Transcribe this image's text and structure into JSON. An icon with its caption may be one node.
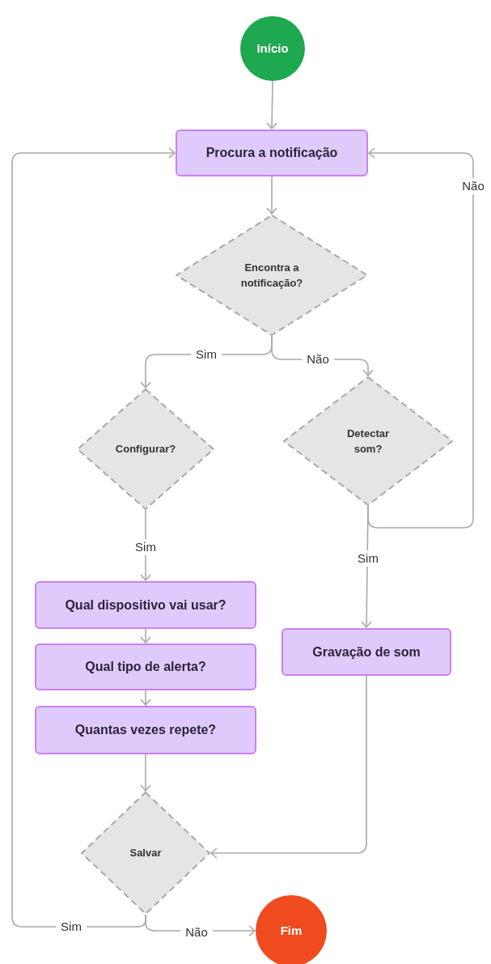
{
  "diagram": {
    "nodes": [
      {
        "text": [
          "Início"
        ]
      },
      {
        "text": [
          "Procura a notificação"
        ]
      },
      {
        "text": [
          "Encontra a notificação?"
        ]
      },
      {
        "text": [
          "Configurar?"
        ]
      },
      {
        "text": [
          "Detectar som?"
        ]
      },
      {
        "text": [
          "Qual dispositivo vai usar?"
        ]
      },
      {
        "text": [
          "Qual tipo de alerta?"
        ]
      },
      {
        "text": [
          "Quantas vezes repete?"
        ]
      },
      {
        "text": [
          "Gravação de som"
        ]
      },
      {
        "text": [
          "Salvar"
        ]
      },
      {
        "text": [
          "Fim"
        ]
      }
    ],
    "edges": [
      {
        "from": 0,
        "to": 1,
        "arrow": "to"
      },
      {
        "from": 1,
        "to": 2,
        "arrow": "to"
      },
      {
        "from": 2,
        "to": 3,
        "arrow": "to",
        "label": "Sim"
      },
      {
        "from": 2,
        "to": 4,
        "arrow": "to",
        "label": "Não"
      },
      {
        "from": 3,
        "to": 5,
        "arrow": "to",
        "label": "Sim"
      },
      {
        "from": 4,
        "to": 1,
        "arrow": "to",
        "label": "Não"
      },
      {
        "from": 4,
        "to": 8,
        "arrow": "to",
        "label": "Sim"
      },
      {
        "from": 5,
        "to": 6,
        "arrow": "to"
      },
      {
        "from": 6,
        "to": 7,
        "arrow": "to"
      },
      {
        "from": 7,
        "to": 9,
        "arrow": "to"
      },
      {
        "from": 8,
        "to": 9,
        "arrow": "to"
      },
      {
        "from": 9,
        "to": 1,
        "arrow": "to",
        "label": "Sim"
      },
      {
        "from": 9,
        "to": 10,
        "arrow": "to",
        "label": "Não"
      }
    ]
  }
}
